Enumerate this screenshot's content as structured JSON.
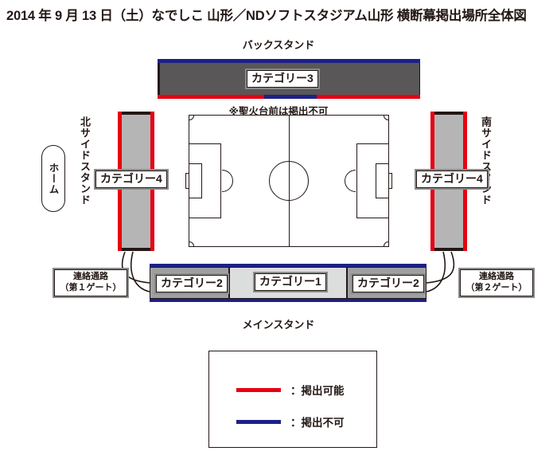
{
  "title": "2014 年 9 月 13 日（土）なでしこ 山形／NDソフトスタジアム山形  横断幕掲出場所全体図",
  "stands": {
    "back": {
      "name": "バックスタンド",
      "category_label": "カテゴリー3",
      "top_edge_color": "#1d2088",
      "bottom_edge_color": "#e60012",
      "bottom_edge_blocked_color": "#1d2088",
      "body_color": "#595757"
    },
    "main": {
      "name": "メインスタンド",
      "sections": [
        {
          "label": "カテゴリー2",
          "fill": "#9fa0a0"
        },
        {
          "label": "カテゴリー1",
          "fill": "#dcdddd"
        },
        {
          "label": "カテゴリー2",
          "fill": "#9fa0a0"
        }
      ],
      "top_edge_color": "#1d2088",
      "bottom_edge_color": "#1d2088"
    },
    "north_side": {
      "name": "北サイドスタンド",
      "category_label": "カテゴリー4",
      "rail_color": "#e60012",
      "body_color": "#b5b5b6"
    },
    "south_side": {
      "name": "南サイドスタンド",
      "category_label": "カテゴリー4",
      "rail_color": "#e60012",
      "body_color": "#b5b5b6"
    }
  },
  "home_pill": {
    "label": "ホーム"
  },
  "note": {
    "torch": "※聖火台前は掲出不可"
  },
  "corridors": [
    {
      "line1": "連絡通路",
      "line2": "（第１ゲート）"
    },
    {
      "line1": "連絡通路",
      "line2": "（第２ゲート）"
    }
  ],
  "legend": {
    "rows": [
      {
        "color": "#e60012",
        "text": "：掲出可能"
      },
      {
        "color": "#1d2088",
        "text": "：掲出不可"
      }
    ]
  },
  "colors": {
    "allowed": "#e60012",
    "blocked": "#1d2088",
    "ink": "#231815"
  }
}
